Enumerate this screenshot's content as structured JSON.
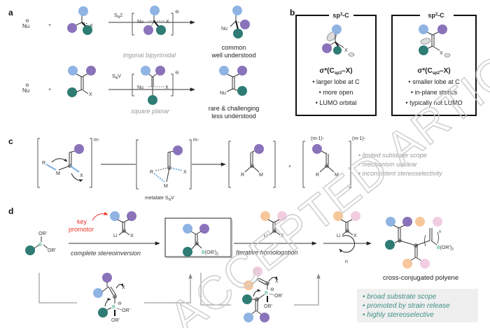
{
  "colors": {
    "blue": "#8fb4e3",
    "purple": "#8a73ba",
    "teal": "#2e7c74",
    "orange": "#f7c79c",
    "pink": "#f2cde1",
    "boron_green": "#3aa57d",
    "promotor_red": "#f0322d",
    "bond_blue": "#7fb0df",
    "watermark": "#c9c9c9",
    "note_box_bg": "#efefef"
  },
  "panel_a": {
    "label": "a",
    "nu": "Nu",
    "plus": "+",
    "charge": "⊖",
    "x": "X",
    "row1": {
      "arrow_label": "SN2",
      "arrow_label_main": "S",
      "arrow_label_sub": "N",
      "arrow_label_tail": "2",
      "ts_caption": "trigonal bipyrimidal",
      "outcome_line1": "common",
      "outcome_line2": "well understood"
    },
    "row2": {
      "arrow_label_main": "S",
      "arrow_label_sub": "N",
      "arrow_label_tail": "V",
      "ts_caption": "square planar",
      "outcome_line1": "rare & challenging",
      "outcome_line2": "less understood"
    }
  },
  "panel_b": {
    "label": "b",
    "left": {
      "title_main": "sp",
      "title_sup": "3",
      "title_tail": "-C",
      "orbital_main": "σ*(C",
      "orbital_sub": "sp3",
      "orbital_tail": "–X)",
      "bullets": [
        "larger lobe at C",
        "more open",
        "LUMO orbital"
      ]
    },
    "right": {
      "title_main": "sp",
      "title_sup": "2",
      "title_tail": "-C",
      "orbital_main": "σ*(C",
      "orbital_sub": "sp2",
      "orbital_tail": "–X)",
      "bullets": [
        "smaller lobe at C",
        "in-plane sterics",
        "typically not LUMO"
      ]
    }
  },
  "panel_c": {
    "label": "c",
    "charge_m": "m-",
    "charge_m1": "(m-1)-",
    "r": "R",
    "m": "M",
    "x": "X",
    "plus": "+",
    "ts_caption_main": "metalate S",
    "ts_caption_sub": "N",
    "ts_caption_tail": "V",
    "notes": [
      "limited substrate scope",
      "mechanism unclear",
      "inconsistent stereoselectivity"
    ]
  },
  "panel_d": {
    "label": "d",
    "promotor_line1": "key",
    "promotor_line2": "promotor",
    "boronate_b": "B",
    "or_prime": "OR'",
    "li": "Li",
    "x": "X",
    "step1": "complete stereoinversion",
    "boxed_product_b": "B",
    "boxed_product_or": "(OR')",
    "boxed_product_sub": "2",
    "step2": "Iterative homologation",
    "loop_n": "n",
    "charge": "⊖",
    "product_caption": "cross-conjugated polyene",
    "product_n": "n",
    "benefits": [
      "broad substrate scope",
      "promoted by strain release",
      "highly stereoselective"
    ]
  },
  "watermark": "ACCEPTED ARTICLE PREVIEW"
}
